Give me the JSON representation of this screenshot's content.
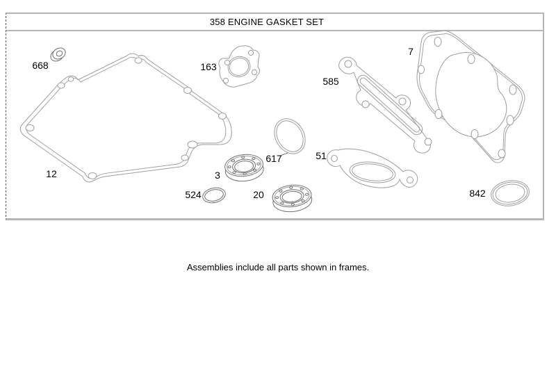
{
  "frame": {
    "title": "358 ENGINE GASKET SET"
  },
  "caption": "Assemblies include all parts shown in frames.",
  "parts": [
    {
      "label": "668"
    },
    {
      "label": "12"
    },
    {
      "label": "163"
    },
    {
      "label": "617"
    },
    {
      "label": "3"
    },
    {
      "label": "524"
    },
    {
      "label": "20"
    },
    {
      "label": "585"
    },
    {
      "label": "51"
    },
    {
      "label": "7"
    },
    {
      "label": "842"
    }
  ],
  "colors": {
    "line": "#9e9e9e",
    "line_dark": "#6f6f6f",
    "frame_border": "#b6b6b6",
    "text": "#000000",
    "background": "#ffffff"
  }
}
